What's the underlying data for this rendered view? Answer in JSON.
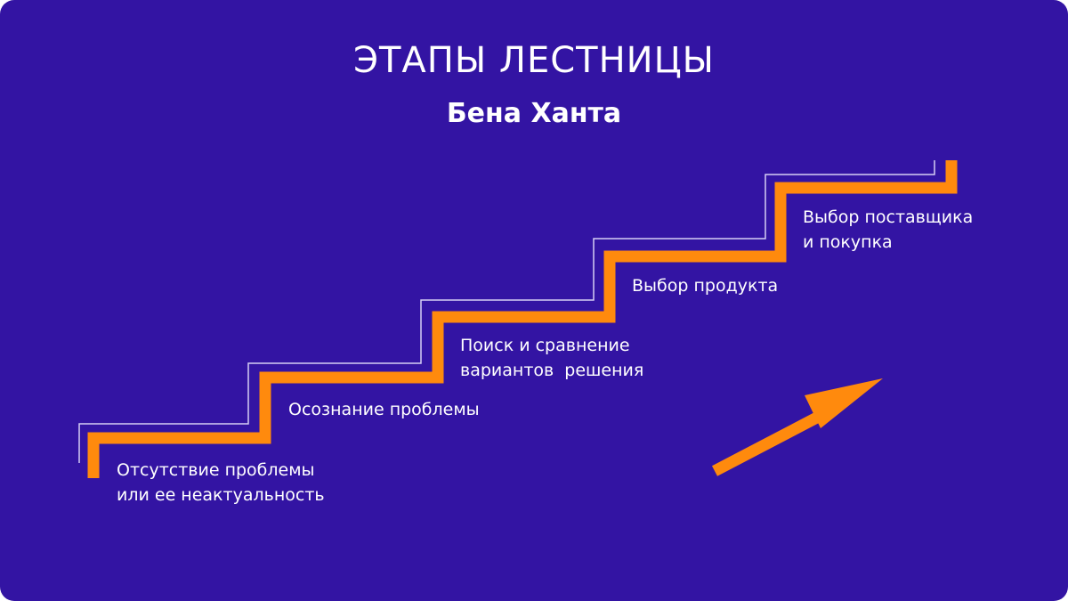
{
  "title": "ЭТАПЫ ЛЕСТНИЦЫ",
  "subtitle": "Бена Ханта",
  "colors": {
    "background": "#3314a3",
    "text": "#ffffff",
    "accent": "#ff8a0d",
    "outline": "#d6cff5"
  },
  "steps": [
    {
      "label": "Отсутствие проблемы\nили ее неактуальность"
    },
    {
      "label": "Осознание проблемы"
    },
    {
      "label": "Поиск и сравнение\nвариантов  решения"
    },
    {
      "label": "Выбор продукта"
    },
    {
      "label": "Выбор поставщика\nи покупка"
    }
  ],
  "icons": {
    "arrow": "arrow-up-right-icon"
  }
}
